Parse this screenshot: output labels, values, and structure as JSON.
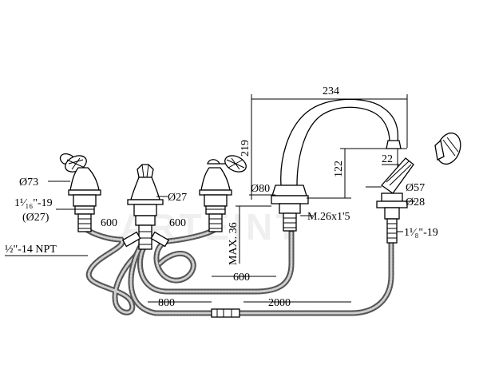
{
  "watermark": "ARTEINT",
  "dimensions": {
    "spout_reach": "234",
    "spout_height": "219",
    "spout_clearance": "122",
    "aerator_offset": "22",
    "spout_base_dia": "Ø80",
    "spout_thread": "M.26x1'5",
    "max_deck": "MAX. 36",
    "handle_dia": "Ø73",
    "valve_thread": "1¹⁄₁₆\"-19",
    "valve_thread_dia": "(Ø27)",
    "valve_body_dia": "Ø27",
    "npt": "½\"-14 NPT",
    "hose_left_1": "600",
    "hose_left_2": "600",
    "hose_spout": "600",
    "hose_mid": "800",
    "hose_shower": "2000",
    "shower_dia_1": "Ø57",
    "shower_dia_2": "Ø28",
    "shower_thread": "1¹⁄₈\"-19"
  }
}
